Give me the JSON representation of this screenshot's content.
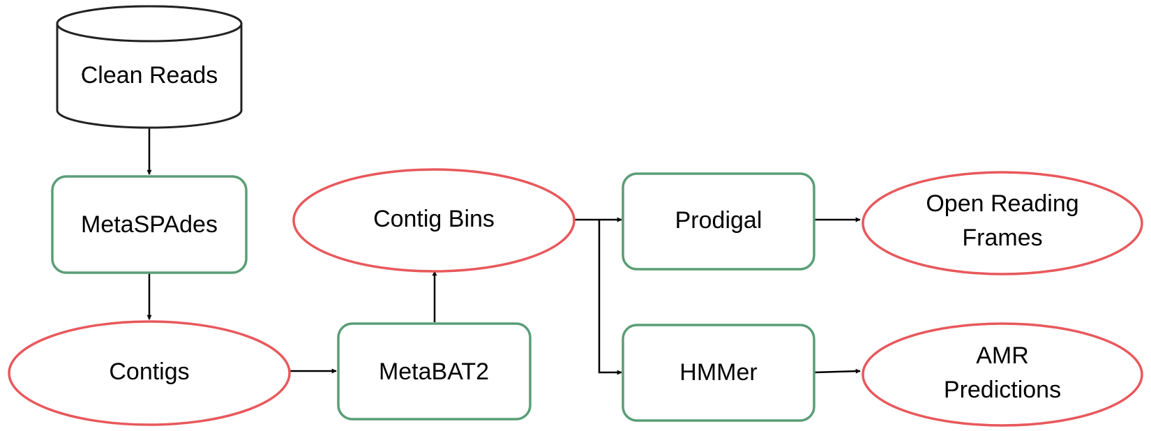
{
  "colors": {
    "tool_stroke": "#5a9e76",
    "data_stroke": "#e8585c",
    "input_stroke": "#222222",
    "edge": "#000000",
    "text": "#000000"
  },
  "nodes": {
    "clean_reads": {
      "label": "Clean Reads",
      "kind": "input"
    },
    "metaspades": {
      "label": "MetaSPAdes",
      "kind": "tool"
    },
    "contigs": {
      "label": "Contigs",
      "kind": "data"
    },
    "metabat2": {
      "label": "MetaBAT2",
      "kind": "tool"
    },
    "contig_bins": {
      "label": "Contig Bins",
      "kind": "data"
    },
    "prodigal": {
      "label": "Prodigal",
      "kind": "tool"
    },
    "hmmer": {
      "label": "HMMer",
      "kind": "tool"
    },
    "orfs": {
      "label_lines": [
        "Open Reading",
        "Frames"
      ],
      "kind": "data"
    },
    "amr": {
      "label_lines": [
        "AMR",
        "Predictions"
      ],
      "kind": "data"
    }
  },
  "edges": [
    {
      "from": "clean_reads",
      "to": "metaspades"
    },
    {
      "from": "metaspades",
      "to": "contigs"
    },
    {
      "from": "contigs",
      "to": "metabat2"
    },
    {
      "from": "metabat2",
      "to": "contig_bins"
    },
    {
      "from": "contig_bins",
      "to": "prodigal"
    },
    {
      "from": "contig_bins",
      "to": "hmmer"
    },
    {
      "from": "prodigal",
      "to": "orfs"
    },
    {
      "from": "hmmer",
      "to": "amr"
    }
  ]
}
